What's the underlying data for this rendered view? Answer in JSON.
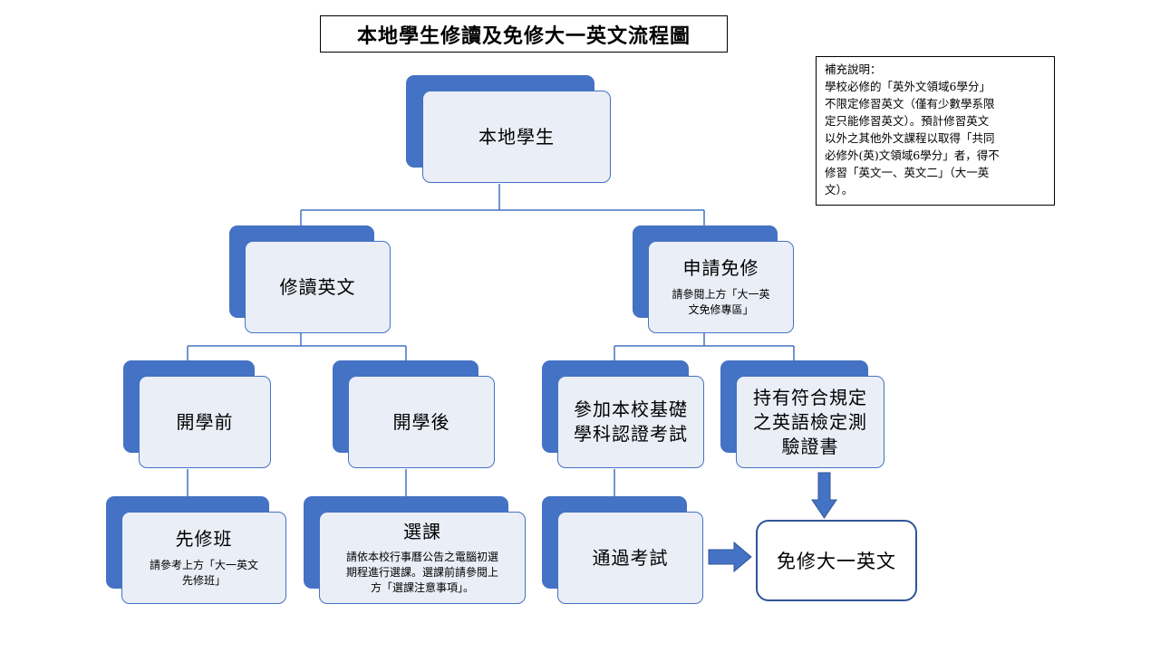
{
  "title": "本地學生修讀及免修大一英文流程圖",
  "note": {
    "lines": [
      "補充說明：",
      "學校必修的「英外文領域6學分」",
      "不限定修習英文（僅有少數學系限",
      "定只能修習英文）。預計修習英文",
      "以外之其他外文課程以取得「共同",
      "必修外(英)文領域6學分」者，得不",
      "修習「英文一、英文二」（大一英",
      "文）。"
    ]
  },
  "nodes": {
    "root": {
      "label": "本地學生"
    },
    "take": {
      "label": "修讀英文"
    },
    "exempt": {
      "label": "申請免修",
      "sub": [
        "請參閱上方「大一英",
        "文免修專區」"
      ]
    },
    "before": {
      "label": "開學前"
    },
    "after": {
      "label": "開學後"
    },
    "exam": {
      "label": [
        "參加本校基礎",
        "學科認證考試"
      ]
    },
    "cert": {
      "label": [
        "持有符合規定",
        "之英語檢定測",
        "驗證書"
      ]
    },
    "prep": {
      "label": "先修班",
      "sub": [
        "請參考上方「大一英文",
        "先修班」"
      ]
    },
    "select": {
      "label": "選課",
      "sub": [
        "請依本校行事曆公告之電腦初選",
        "期程進行選課。選課前請參閱上",
        "方「選課注意事項」。"
      ]
    },
    "pass": {
      "label": "通過考試"
    }
  },
  "final": {
    "label": "免修大一英文"
  },
  "colors": {
    "accent": "#4472c4",
    "fill": "#eaeef7",
    "final_border": "#2f5597"
  }
}
